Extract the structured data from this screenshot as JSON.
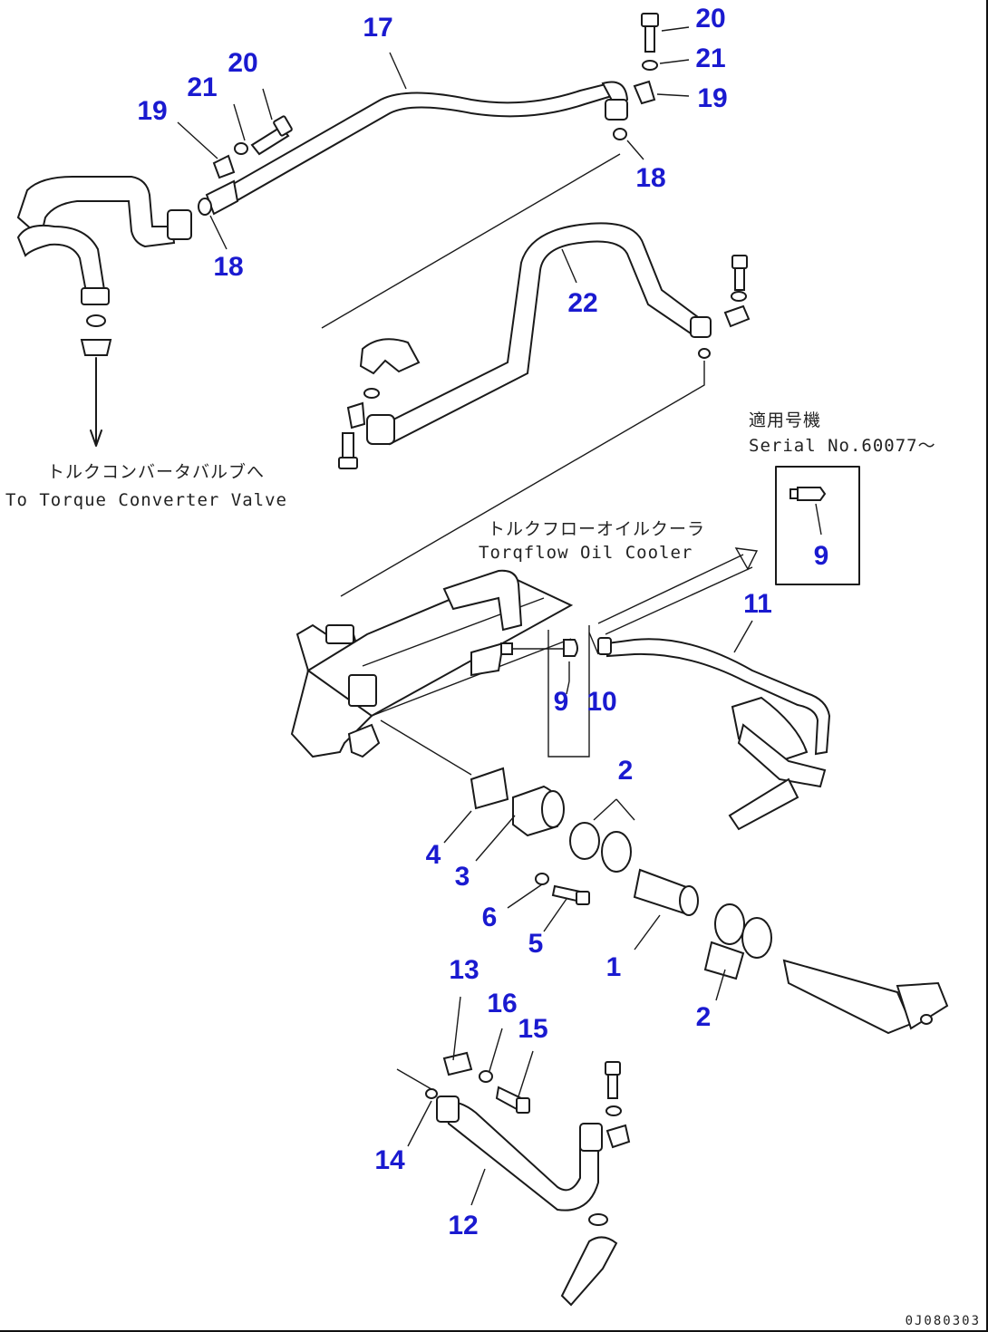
{
  "parts": [
    {
      "num": "1"
    },
    {
      "num": "2"
    },
    {
      "num": "2"
    },
    {
      "num": "3"
    },
    {
      "num": "4"
    },
    {
      "num": "5"
    },
    {
      "num": "6"
    },
    {
      "num": "9"
    },
    {
      "num": "9"
    },
    {
      "num": "10"
    },
    {
      "num": "11"
    },
    {
      "num": "12"
    },
    {
      "num": "13"
    },
    {
      "num": "14"
    },
    {
      "num": "15"
    },
    {
      "num": "16"
    },
    {
      "num": "17"
    },
    {
      "num": "18"
    },
    {
      "num": "18"
    },
    {
      "num": "19"
    },
    {
      "num": "19"
    },
    {
      "num": "20"
    },
    {
      "num": "20"
    },
    {
      "num": "21"
    },
    {
      "num": "21"
    },
    {
      "num": "22"
    }
  ],
  "notes": {
    "torque_converter_jp": "トルクコンバータバルブへ",
    "torque_converter_en": "To Torque Converter Valve",
    "oil_cooler_jp": "トルクフローオイルクーラ",
    "oil_cooler_en": "Torqflow Oil Cooler",
    "serial_jp": "適用号機",
    "serial_en": "Serial No.60077～"
  },
  "drawing_id": "0J080303",
  "colors": {
    "label": "#1a1ad0",
    "line": "#1a1a1a",
    "background": "#ffffff"
  }
}
